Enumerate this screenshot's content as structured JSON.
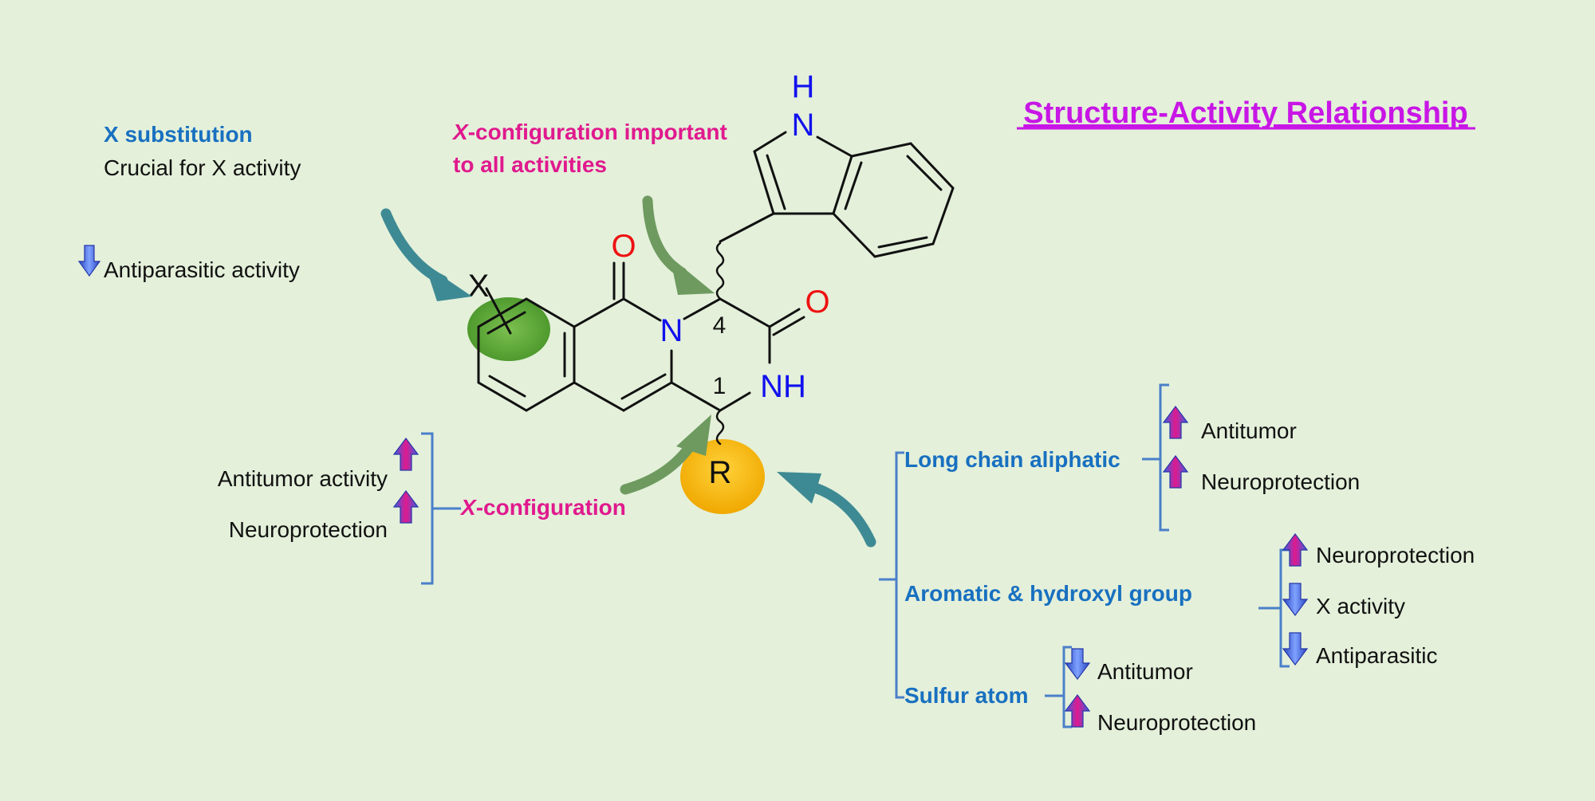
{
  "title": "Structure-Activity Relationship",
  "colors": {
    "background": "#e4f0da",
    "blue_label": "#1870c0",
    "magenta": "#e0198e",
    "title": "#c816e6",
    "bracket": "#4a7fc9",
    "atom_o": "#ee1111",
    "atom_n": "#1111ee",
    "green_circle": "#5fa83a",
    "orange_circle": "#f5b800",
    "teal_arrow": "#3e8a94",
    "olive_arrow": "#6e9a60",
    "up_arrow": "#e0198e",
    "down_arrow": "#3b5ee0"
  },
  "molecule": {
    "atoms": {
      "o_top": "O",
      "o_right": "O",
      "n_ring": "N",
      "nh_ring": "NH",
      "indole_h": "H",
      "indole_n": "N",
      "x": "X",
      "r": "R",
      "pos4": "4",
      "pos1": "1"
    }
  },
  "x_substitution": {
    "heading": "X substitution",
    "text": "Crucial for X activity",
    "effect": {
      "direction": "down",
      "label": "Antiparasitic activity"
    }
  },
  "x_config_top": {
    "italic": "X",
    "line1": "-configuration important",
    "line2": "to all activities"
  },
  "x_config_left": {
    "italic": "X",
    "label": "-configuration",
    "effects": [
      {
        "direction": "up",
        "label": "Antitumor activity"
      },
      {
        "direction": "up",
        "label": "Neuroprotection"
      }
    ]
  },
  "r_groups": [
    {
      "label": "Long chain aliphatic",
      "effects": [
        {
          "direction": "up",
          "label": "Antitumor"
        },
        {
          "direction": "up",
          "label": "Neuroprotection"
        }
      ]
    },
    {
      "label": "Aromatic & hydroxyl group",
      "effects": [
        {
          "direction": "up",
          "label": "Neuroprotection"
        },
        {
          "direction": "down",
          "label": "X activity"
        },
        {
          "direction": "down",
          "label": "Antiparasitic"
        }
      ]
    },
    {
      "label": "Sulfur atom",
      "effects": [
        {
          "direction": "down",
          "label": "Antitumor"
        },
        {
          "direction": "up",
          "label": "Neuroprotection"
        }
      ]
    }
  ]
}
